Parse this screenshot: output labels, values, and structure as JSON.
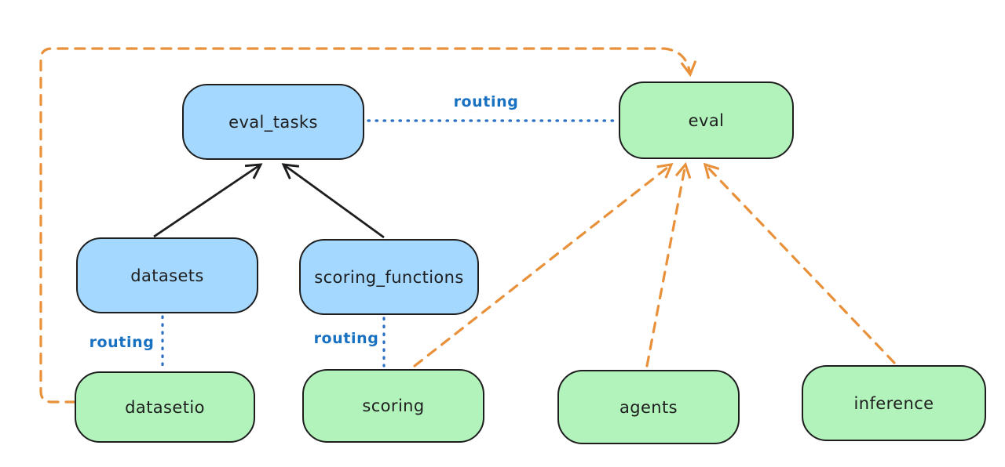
{
  "diagram": {
    "nodes": [
      {
        "id": "eval_tasks",
        "label": "eval_tasks",
        "color": "blue"
      },
      {
        "id": "eval",
        "label": "eval",
        "color": "green"
      },
      {
        "id": "datasets",
        "label": "datasets",
        "color": "blue"
      },
      {
        "id": "scoring_functions",
        "label": "scoring_functions",
        "color": "blue"
      },
      {
        "id": "datasetio",
        "label": "datasetio",
        "color": "green"
      },
      {
        "id": "scoring",
        "label": "scoring",
        "color": "green"
      },
      {
        "id": "agents",
        "label": "agents",
        "color": "green"
      },
      {
        "id": "inference",
        "label": "inference",
        "color": "green"
      }
    ],
    "edges": [
      {
        "from": "datasets",
        "to": "eval_tasks",
        "style": "solid-arrow",
        "color": "black",
        "label": ""
      },
      {
        "from": "scoring_functions",
        "to": "eval_tasks",
        "style": "solid-arrow",
        "color": "black",
        "label": ""
      },
      {
        "from": "eval_tasks",
        "to": "eval",
        "style": "dotted-line",
        "color": "blue",
        "label": "routing"
      },
      {
        "from": "datasets",
        "to": "datasetio",
        "style": "dotted-line",
        "color": "blue",
        "label": "routing"
      },
      {
        "from": "scoring_functions",
        "to": "scoring",
        "style": "dotted-line",
        "color": "blue",
        "label": "routing"
      },
      {
        "from": "datasetio",
        "to": "eval",
        "style": "dashed-arrow",
        "color": "orange",
        "label": ""
      },
      {
        "from": "scoring",
        "to": "eval",
        "style": "dashed-arrow",
        "color": "orange",
        "label": ""
      },
      {
        "from": "agents",
        "to": "eval",
        "style": "dashed-arrow",
        "color": "orange",
        "label": ""
      },
      {
        "from": "inference",
        "to": "eval",
        "style": "dashed-arrow",
        "color": "orange",
        "label": ""
      }
    ],
    "colors": {
      "blue_node_fill": "#a5d8ff",
      "green_node_fill": "#b2f2bb",
      "node_border": "#1e1e1e",
      "routing_blue": "#1971c2",
      "orange_dash": "#e8913a",
      "background": "#ffffff"
    }
  }
}
